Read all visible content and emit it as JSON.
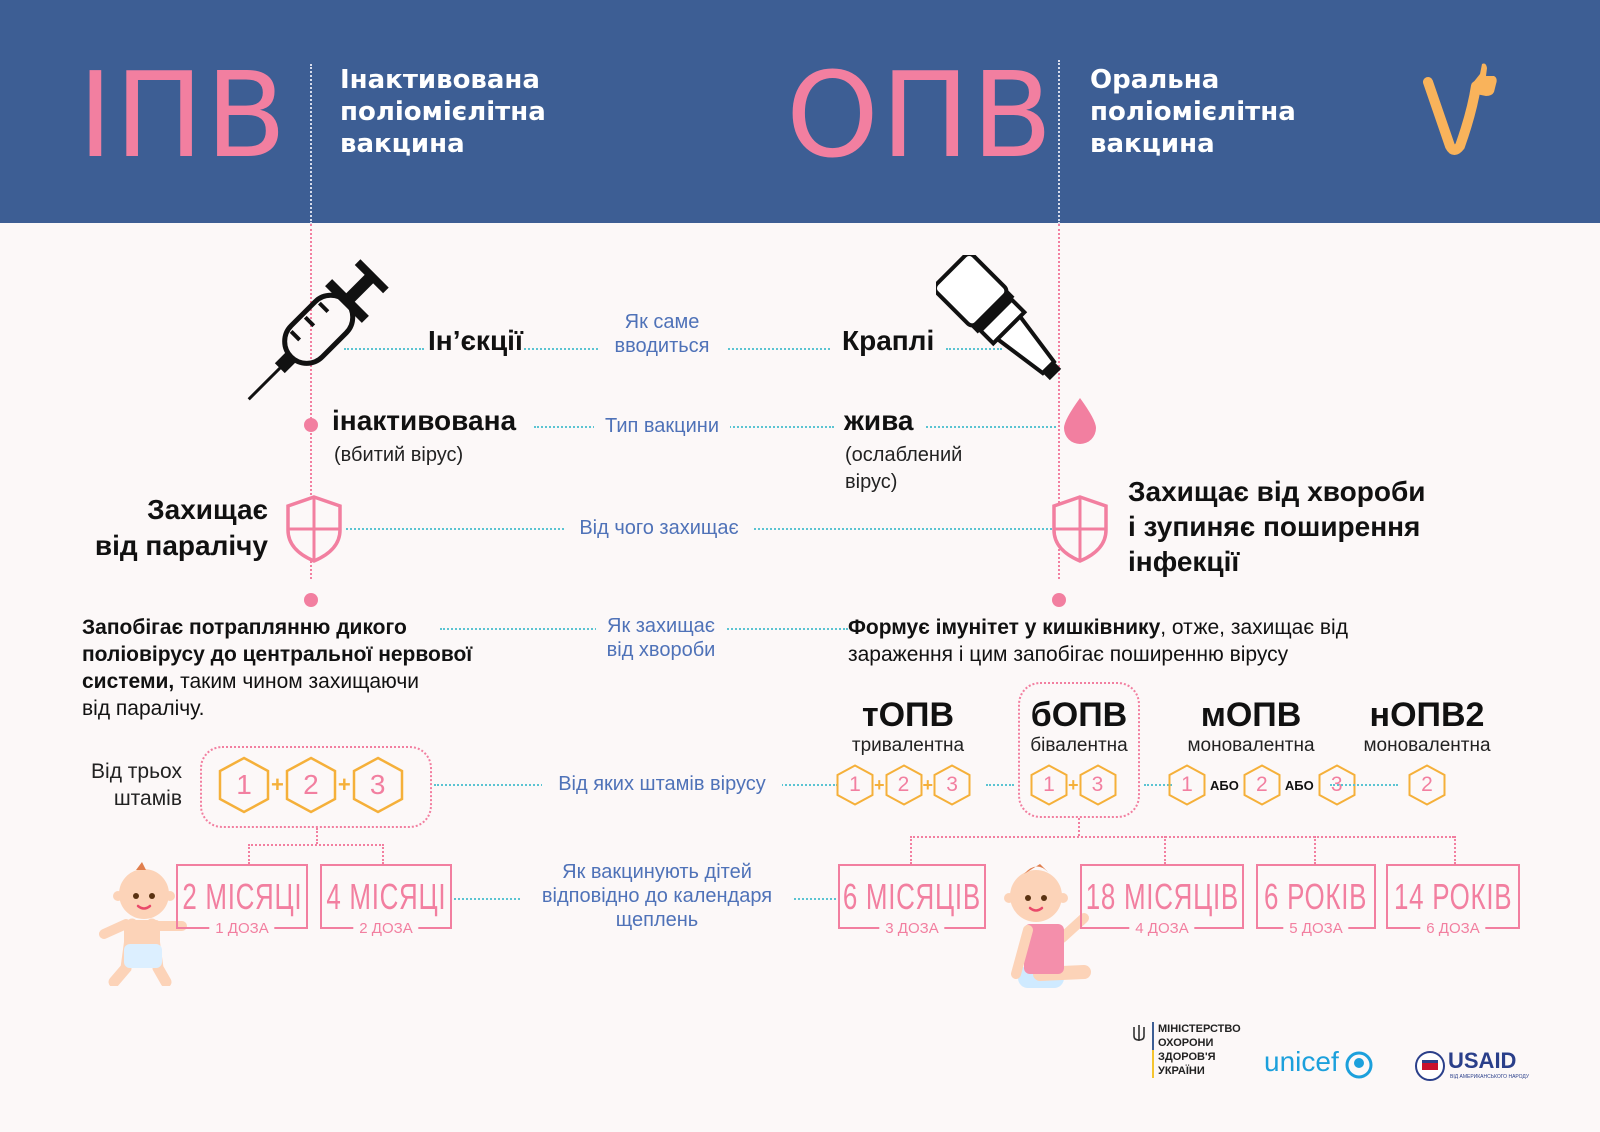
{
  "header": {
    "left_abbr": "ІПВ",
    "left_title_lines": [
      "Інактивована",
      "поліомієлітна",
      "вакцина"
    ],
    "right_abbr": "ОПВ",
    "right_title_lines": [
      "Оральна",
      "поліомієлітна",
      "вакцина"
    ],
    "logo_icon": "v-thumbs-up-icon"
  },
  "rows": {
    "administration": {
      "label_lines": [
        "Як саме",
        "вводиться"
      ],
      "ipv": "Ін’єкції",
      "opv": "Краплі",
      "ipv_icon": "syringe-icon",
      "opv_icon": "dropper-bottle-icon"
    },
    "vaccine_type": {
      "label": "Тип вакцини",
      "ipv": "інактивована",
      "ipv_sub": "(вбитий вірус)",
      "opv": "жива",
      "opv_sub_lines": [
        "(ослаблений",
        "вірус)"
      ]
    },
    "protects_from": {
      "label": "Від чого захищає",
      "ipv_lines": [
        "Захищає",
        "від паралічу"
      ],
      "opv_lines": [
        "Захищає від хвороби",
        "і зупиняє поширення",
        "інфекції"
      ]
    },
    "how_protects": {
      "label_lines": [
        "Як захищає",
        "від хвороби"
      ],
      "ipv_bold_lines": [
        "Запобігає потраплянню дикого",
        "поліовірусу до центральної нервової",
        "системи,"
      ],
      "ipv_rest": " таким чином захищаючи",
      "ipv_last": "від паралічу.",
      "opv_bold": "Формує імунітет у кишківнику",
      "opv_rest": ", отже, захищає від",
      "opv_line2": "зараження і цим запобігає поширенню вірусу"
    },
    "strains": {
      "label": "Від яких штамів вірусу",
      "ipv_label_lines": [
        "Від трьох",
        "штамів"
      ],
      "ipv_strains": [
        "1",
        "2",
        "3"
      ],
      "plus": "+",
      "or": "АБО",
      "variants": [
        {
          "name": "тОПВ",
          "desc": "тривалентна",
          "strains": [
            "1",
            "2",
            "3"
          ],
          "joiner": "+"
        },
        {
          "name": "бОПВ",
          "desc": "бівалентна",
          "strains": [
            "1",
            "3"
          ],
          "joiner": "+"
        },
        {
          "name": "мОПВ",
          "desc": "моновалентна",
          "strains": [
            "1",
            "2",
            "3"
          ],
          "joiner": "АБО"
        },
        {
          "name": "нОПВ2",
          "desc": "моновалентна",
          "strains": [
            "2"
          ],
          "joiner": ""
        }
      ]
    },
    "schedule": {
      "label_lines": [
        "Як вакцинують дітей",
        "відповідно до календаря",
        "щеплень"
      ],
      "ipv": [
        {
          "age": "2 МІСЯЦІ",
          "dose": "1 ДОЗА"
        },
        {
          "age": "4 МІСЯЦІ",
          "dose": "2 ДОЗА"
        }
      ],
      "opv": [
        {
          "age": "6 МІСЯЦІВ",
          "dose": "3 ДОЗА"
        },
        {
          "age": "18 МІСЯЦІВ",
          "dose": "4 ДОЗА"
        },
        {
          "age": "6 РОКІВ",
          "dose": "5 ДОЗА"
        },
        {
          "age": "14 РОКІВ",
          "dose": "6 ДОЗА"
        }
      ]
    }
  },
  "footer": {
    "moh_lines": [
      "МІНІСТЕРСТВО",
      "ОХОРОНИ",
      "ЗДОРОВ'Я",
      "УКРАЇНИ"
    ],
    "unicef": "unicef",
    "usaid": "USAID",
    "usaid_sub": "ВІД АМЕРИКАНСЬКОГО НАРОДУ"
  },
  "colors": {
    "header_bg": "#3d5e94",
    "pink": "#f27fa0",
    "orange": "#f5b03a",
    "teal_dots": "#5bc4d2",
    "label_blue": "#4f72b8",
    "background": "#fcf8f8"
  }
}
